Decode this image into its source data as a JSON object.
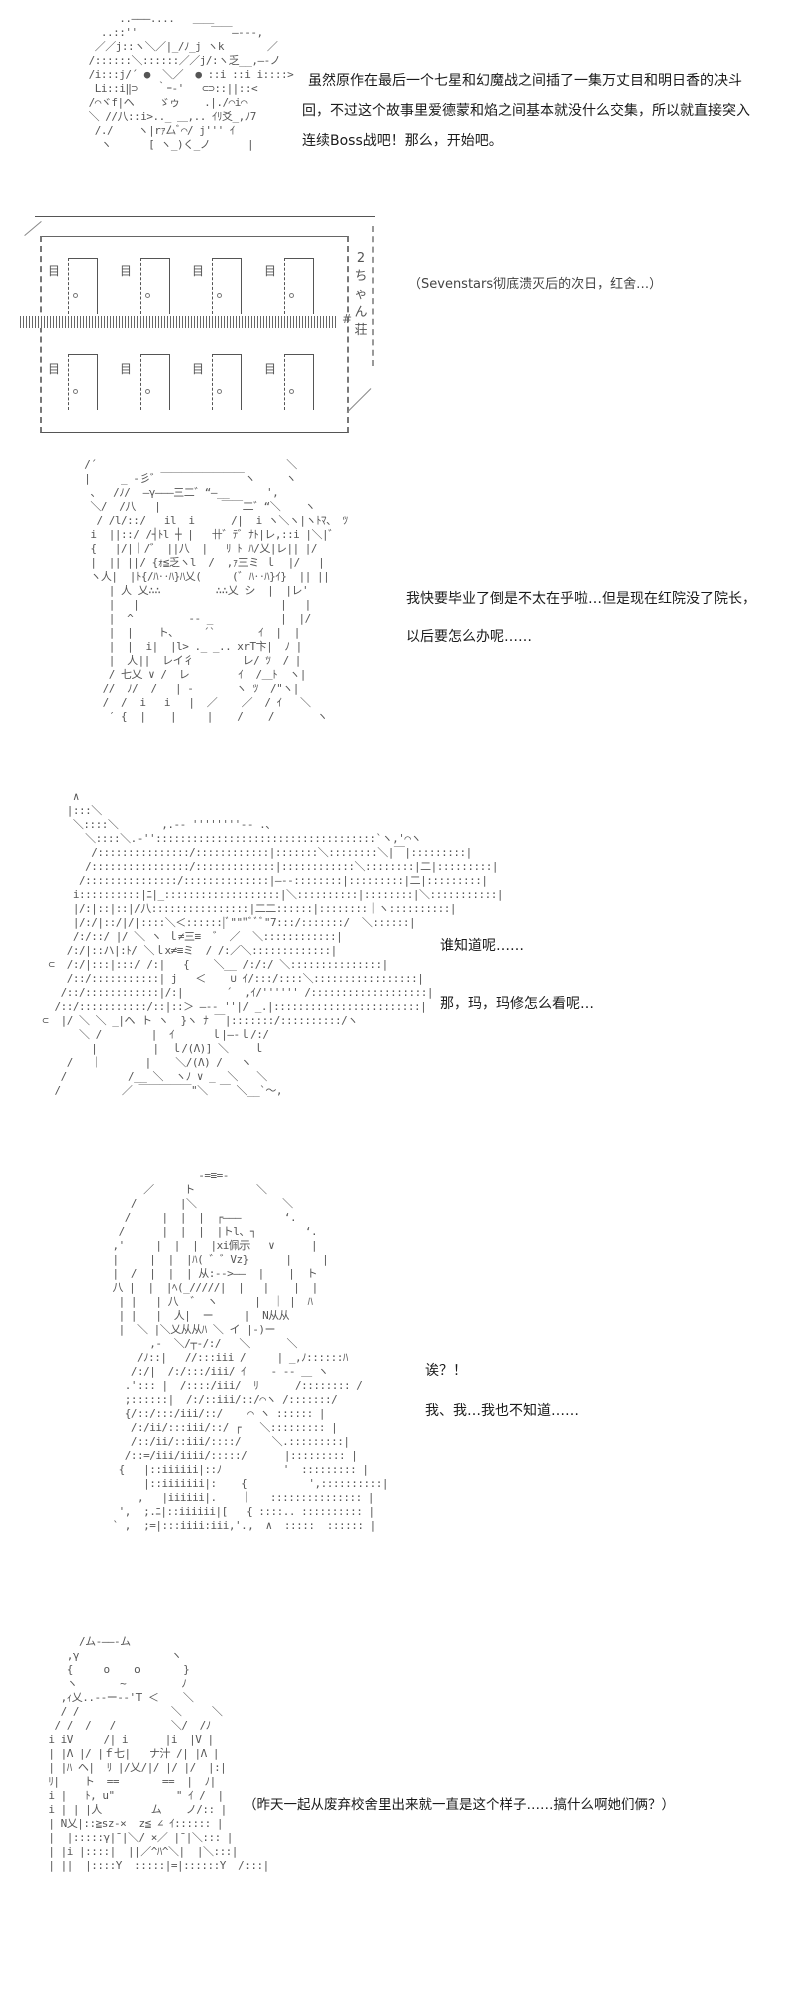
{
  "panels": [
    {
      "id": "intro",
      "caption_lines": [
        "虽然原作在最后一个七星和幻魔战之间插了一集万丈目和明日香的决斗",
        "回，不过这个故事里爱德蒙和焰之间基本就没什么交集，所以就直接突入",
        "连续Boss战吧！那么，开始吧。"
      ],
      "art": "          ..―――....   ＿＿\n       ..::''            ￣￣―---,\n      ／／j::ヽ＼／|_/ﾉ_j ヽk       ／\n     /::::::＼::::::／／j/:ヽ乏__,―-ノ\n     /i:::j/´ ●  ＼／  ● ::i ::i i::::>\n      Li::i‖⊃   ｀ｰ‐'   ⊂⊃::||::<\n     /⌒ヾf|ヘ    ゞゥ    .|./⌒i⌒\n     ＼ //八::i>.._ ＿,.. ｲﾘ爻_,ﾉ7\n      /./    ヽ|rｧ厶ﾞ⌒/ j''' ｲ\n       ヽ      [ ヽ_)く_ノ      |"
    },
    {
      "id": "building",
      "caption_lines": [
        "（Sevenstars彻底溃灭后的次日，红舍…）"
      ],
      "sign_chars": [
        "2",
        "ち",
        "ゃ",
        "ん",
        "荘"
      ],
      "window_glyph": "目",
      "rail_end": "#"
    },
    {
      "id": "character-1",
      "caption_lines": [
        "我快要毕业了倒是不太在乎啦…但是现在红院没了院长，",
        "以后要怎么办呢……"
      ],
      "art": "  /´                               ＼\n  |     _ -彡゛￣￣￣￣￣￣￣￣ヽ     ヽ\n   、  /ﾉ/  ―γ―――三二゛“―__      ',\n   ＼/  /八   |          ￣￣二゛“＼    ヽ\n    / /l/::/   il  i      /|  i ヽ＼ヽ|ヽﾄﾏ、 ﾂ\n   i  ||::/ /┤ﾄl ┼ |   卄゛ﾃ゛ﾅﾄ|レ,::i |＼|゛\n   {   |/|｜/゛ ||八  |   ﾘ ﾄ ﾊ/乂|レ|| |/\n   |  || ||/ {ｫ≦乏ヽl  /  ,ｧ三ミ ｌ  |/   |\n   ヽ人|  |ﾄ{/ﾊ‥ﾊ}ﾊ乂(     (゛ﾊ‥ﾊ}ｲ}  || ||\n      | 人 乂∴∴         ∴∴乂 シ  |  |レ'\n      |   |                       |   |\n      |  ^         -‐ _           |  |/\n      |  |    ト、    ´`       ｲ  |  |\n      |  |  i|  |l> ._ _.. xrT卞|  ﾉ |\n      |  人||  レイ彳        レ/ ﾂ  / |\n      / 七乂 ∨ /  レ        ｲ  /＿ﾄ  ヽ|\n     //  ﾉ/  /   | ‐       ヽ ﾂ  /\"ヽ|\n     /  /  i   i   |  ／    ／  / ｲ   ＼\n      ′ {  |    |     |    /    /       ヽ"
    },
    {
      "id": "character-2",
      "caption_lines": [
        "谁知道呢……",
        "那，玛，玛修怎么看呢…"
      ],
      "art": "       ∧\n      |:::＼\n       ＼::::＼       ,.-‐ ''''''''‐- .、\n         ＼::::＼.-''::::::::::::::::::::::::::::::::::::`ヽ,'⌒ヽ\n          /:::::::::::::::/::::::::::::|:::::::＼::::::::＼|￣|:::::::::|\n         /::::::::::::::::/:::::::::::::|::::::::::::＼::::::::|二|:::::::::|\n        /:::::::::::::::/::::::::::::::|―--::::::::|:::::::::|二|:::::::::|\n       i::::::::::|ﾆ|_:::::::::::::::::::|＼::::::::::|::::::::|＼:::::::::::|\n       |/:|::|::|/八::::::::::::::::|二二::::::|::::::::｜ヽ::::::::::|\n       |/:/|::/|/|::::＼＜::::::|ﾞ\"\"\"ﾞﾞﾞ\"7:::/:::::::/  ＼::::::|\n       /:/::/ |/ ＼ ヽ ｌ≠三≡  ゛ ／  ＼::::::::::::|\n      /:/|::ハ|:ﾄ/ ＼ｌx≠≡ミ  / /:／＼:::::::::::::|\n   ⊂  /:/|:::|:::/ /:|   {    ＼__ /:/:/ ＼:::::::::::::::|\n      /::/:::::::::::| j   ＜    ∪ ｲ/:::/::::＼:::::::::::::::::|\n     /::/::::::::::::|/:|       ´  ,ｲ/'''''' /:::::::::::::::::::|\n    /::/:::::::::::/::|::＞ ―-‐ ''|/ _.|::::::::::::::::::::::::|\n  ⊂  |/ ＼ ＼ _|ヘ ト ヽ  }ヽ ﾅ ￣|:::::::/::::::::::/ヽ\n        ＼ /        |  ｲ      ｌ|―-ｌ/:/\n          |         |  ｌ/(Λ)] ＼    ｌ\n      /   ｜       |    ＼/(Λ) /   ヽ\n     /          /__ ＼  ヽﾉ ∨ _  ＼   ＼\n    /          ／ ￣￣￣￣￣\"＼  ￣ ＼__`～,"
    },
    {
      "id": "character-3",
      "caption_lines": [
        "诶？！",
        "我、我…我也不知道……"
      ],
      "art": "                  -=≡=-\n         ／     ト          ＼\n       /       |＼              ＼\n      /     |  |  |  ┌―――       ‘.\n     /      |  |  |  |トl、┐        ‘.\n    ,'     |  |  |  |xi佩示   ∨      |\n    |     |  |  |ﾊ( ゛゛Vz}      |     |\n    |  /  |  |  | 从:-->――  |    |  ト\n    八 |  |  |ﾍ(_/////|  |   |    |  |\n     | |   | 八  ゛ ヽ      |  ｜ |  ﾊ\n     | |   |  人|  ー     |  N从从\n     |  ＼ |＼乂从从ﾊ ＼ イ |-)ー\n          ,-  ＼/┬-/:/   ＼      ＼\n        /ﾉ::|   //:::iii /     | _,ﾉ::::::ﾊ\n       /:/|  /:/:::/iii/ ｲ    ‐ -- ＿ ヽ\n      .'::: |  /::::/iii/  ﾘ      /:::::::: /\n      ;::::::|  /:/::iii/::/⌒ヽ /:::::::/\n      {/::/:::/iii/::/    ⌒ ヽ :::::: |\n       /:/ii/:::iii/::/ ┌   ＼::::::::: |\n       /::/ii/::iii/::::/     ＼.:::::::::|\n      /::=/iii/iiii/:::::/      |::::::::: |\n     {   |::iiiiii|::ﾉ          '  ::::::::: |\n         |::iiiiiii|:    {          ',::::::::::|\n        ,   |iiiiii|.    ｜   ::::::::::::::: |\n     ',  ;.ﾆ|::iiiiii|[   { ::::.. :::::::::: |\n    ` ,  ;=|:::iiii:iii,'.,  ∧  :::::  :::::: |"
    },
    {
      "id": "character-4",
      "caption_lines": [
        "（昨天一起从废弃校舍里出来就一直是这个样子……搞什么啊她们俩？）"
      ],
      "art": "        /ム‐――‐ム\n      ,γ               ヽ\n      {     o    o       }\n      ヽ       ~         ﾉ\n     ,ｨ乂..--ー-‐'T ＜    ＼\n     / /               ＼     ＼\n    / /  /   /         ＼/  /ﾉ\n   i iV     /| i      |i  |V |\n   | |Λ |/ |ｆ七|   ナ汁 /| |Λ |\n   | |ﾊ ヘ|  ﾘ |/乂/|/ |/ |/  |:|\n   ﾘ|    ト  ==       ==  |  ﾉ|\n   i |   ﾄ, u\"          \" ｲ /  |\n   i | | |人        ム    ノ/:: |\n   | N乂|::≧sz‐×  z≦ ∠ ｲ:::::: |\n   |  |:::::γ|¯|＼/ ×／ |¯|＼::: |\n   | |i |::::|  ||／^ﾊ^＼|  |＼:::|\n   | ||  |::::Y  :::::|=|::::::Y  /:::|"
    }
  ]
}
